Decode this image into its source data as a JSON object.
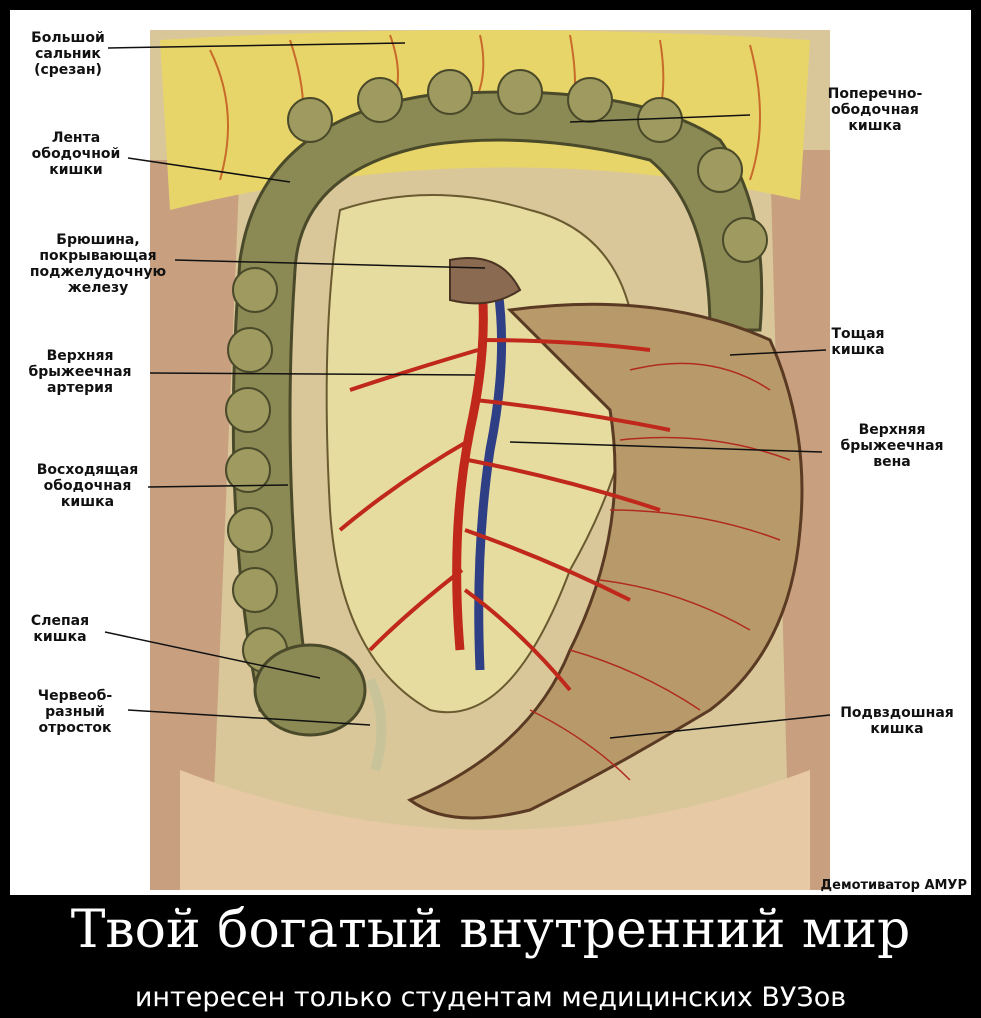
{
  "labels": {
    "greater_omentum": "Большой\nсальник\n(срезан)",
    "transverse_colon": "Поперечно-\nободочная\nкишка",
    "colon_tape": "Лента\nободочной\nкишки",
    "peritoneum_pancreas": "Брюшина,\nпокрывающая\nподжелудочную\nжелезу",
    "jejunum": "Тощая\nкишка",
    "sup_mesenteric_artery": "Верхняя\nбрыжеечная\nартерия",
    "sup_mesenteric_vein": "Верхняя\nбрыжеечная\nвена",
    "ascending_colon": "Восходящая\nободочная\nкишка",
    "cecum": "Слепая\nкишка",
    "appendix": "Червеоб-\nразный\nотросток",
    "ileum": "Подвздошная\nкишка"
  },
  "watermark": "Демотиватор  АМУР",
  "caption": {
    "title": "Твой богатый внутренний мир",
    "subtitle": "интересен только студентам медицинских ВУЗов"
  }
}
